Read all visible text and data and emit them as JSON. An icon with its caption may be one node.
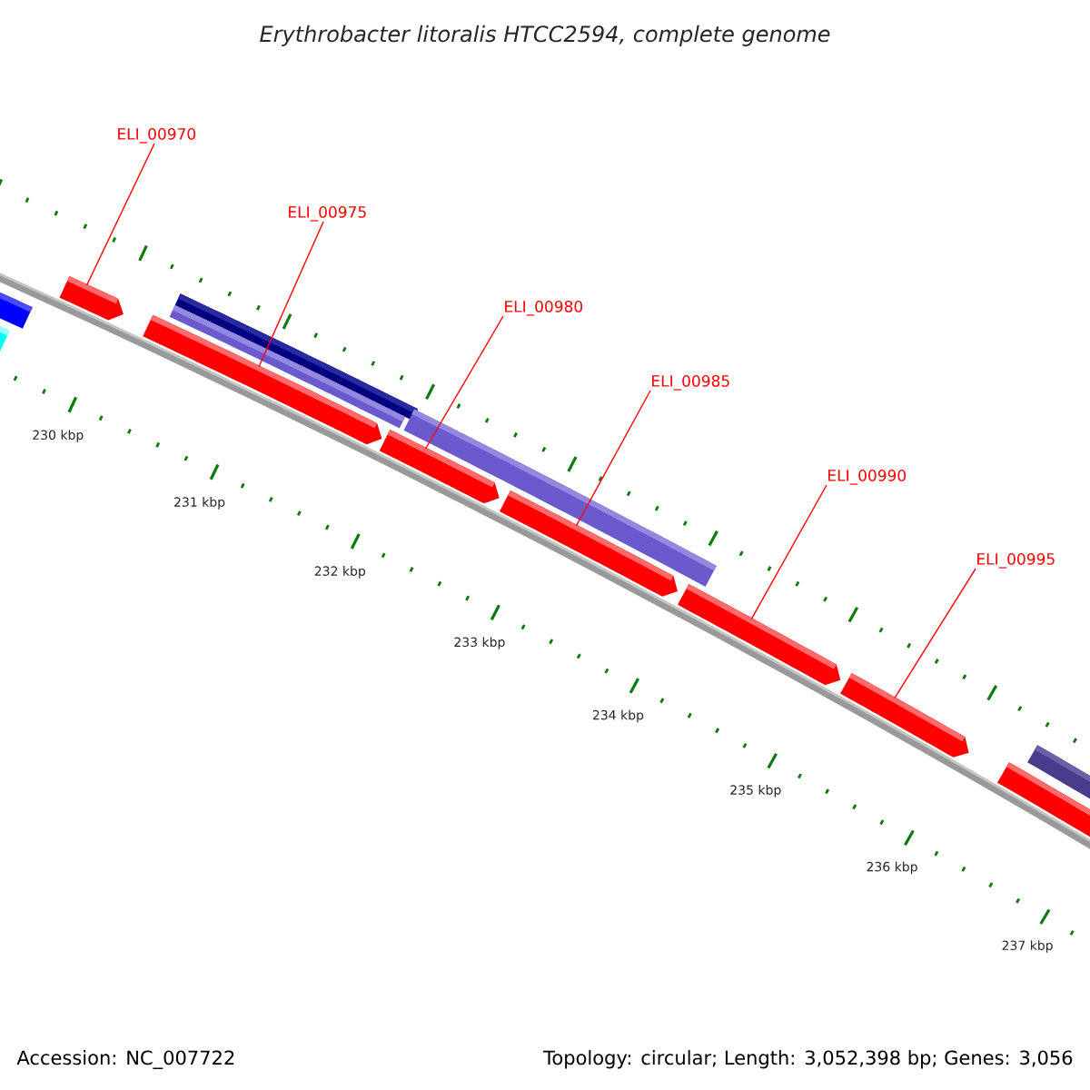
{
  "diagram": {
    "title": "Erythrobacter litoralis HTCC2594, complete genome",
    "nodes": [
      {
        "text": [
          "ELI_00970"
        ]
      },
      {
        "text": [
          "ELI_00975"
        ]
      },
      {
        "text": [
          "ELI_00980"
        ]
      },
      {
        "text": [
          "ELI_00985"
        ]
      },
      {
        "text": [
          "ELI_00990"
        ]
      },
      {
        "text": [
          "ELI_00995"
        ]
      },
      {
        "text": [],
        "shape": "bar"
      },
      {
        "text": [],
        "shape": "bar"
      },
      {
        "text": [],
        "shape": "bar"
      },
      {
        "text": [],
        "shape": "bar"
      },
      {
        "text": [],
        "shape": "bar"
      },
      {
        "text": [],
        "shape": "bar"
      }
    ],
    "edges": [
      {
        "from": 0,
        "to": 6,
        "arrow": "none"
      },
      {
        "from": 1,
        "to": 7,
        "arrow": "none"
      },
      {
        "from": 2,
        "to": 8,
        "arrow": "none"
      },
      {
        "from": 3,
        "to": 9,
        "arrow": "none"
      },
      {
        "from": 4,
        "to": 10,
        "arrow": "none"
      },
      {
        "from": 5,
        "to": 11,
        "arrow": "none"
      }
    ],
    "labels": [
      "230 kbp",
      "231 kbp",
      "232 kbp",
      "233 kbp",
      "234 kbp",
      "235 kbp",
      "236 kbp",
      "237 kbp",
      "Accession: NC_007722",
      "Topology: circular; Length: 3,052,398 bp; Genes: 3,056"
    ]
  }
}
